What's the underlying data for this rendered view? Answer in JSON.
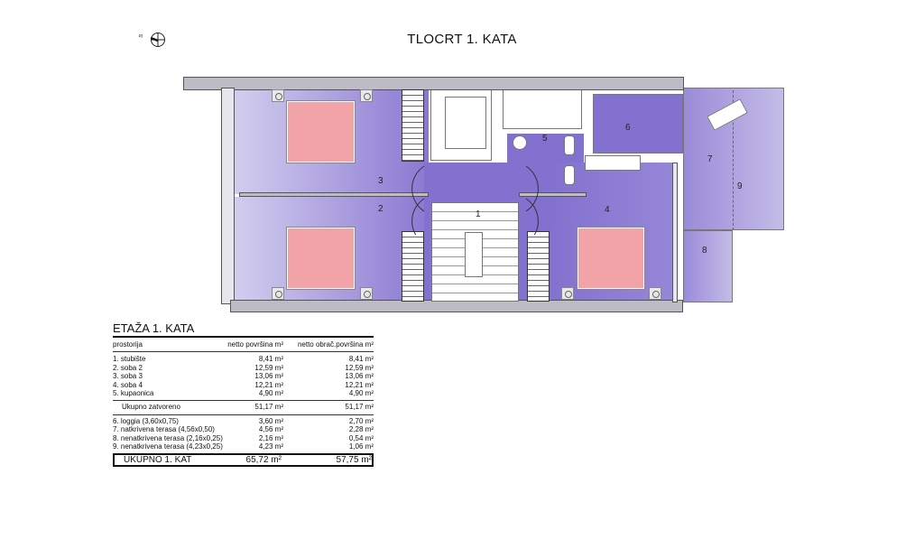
{
  "title": "TLOCRT 1. KATA",
  "compass": {
    "label": "S",
    "icon": "compass-north-icon"
  },
  "plan": {
    "labels": [
      "1",
      "2",
      "3",
      "4",
      "5",
      "6",
      "7",
      "8",
      "9"
    ]
  },
  "table": {
    "title": "ETAŽA 1. KATA",
    "headers": {
      "room": "prostorija",
      "net": "netto površina m²",
      "calc": "netto obrač.površina m²"
    },
    "closed": [
      {
        "name": "1. stubište",
        "net": "8,41 m²",
        "calc": "8,41 m²"
      },
      {
        "name": "2. soba 2",
        "net": "12,59 m²",
        "calc": "12,59 m²"
      },
      {
        "name": "3. soba 3",
        "net": "13,06 m²",
        "calc": "13,06 m²"
      },
      {
        "name": "4. soba 4",
        "net": "12,21 m²",
        "calc": "12,21 m²"
      },
      {
        "name": "5. kupaonica",
        "net": "4,90 m²",
        "calc": "4,90 m²"
      }
    ],
    "subtotal": {
      "name": "Ukupno zatvoreno",
      "net": "51,17 m²",
      "calc": "51,17 m²"
    },
    "open": [
      {
        "name": "6. loggia (3,60x0,75)",
        "net": "3,60 m²",
        "calc": "2,70 m²"
      },
      {
        "name": "7. natkrivena terasa (4,56x0,50)",
        "net": "4,56 m²",
        "calc": "2,28 m²"
      },
      {
        "name": "8. nenatkrivena terasa (2,16x0,25)",
        "net": "2,16 m²",
        "calc": "0,54 m²"
      },
      {
        "name": "9. nenatkrivena terasa (4,23x0,25)",
        "net": "4,23 m²",
        "calc": "1,06 m²"
      }
    ],
    "total": {
      "name": "UKUPNO 1. KAT",
      "net": "65,72 m²",
      "calc": "57,75 m²"
    }
  }
}
